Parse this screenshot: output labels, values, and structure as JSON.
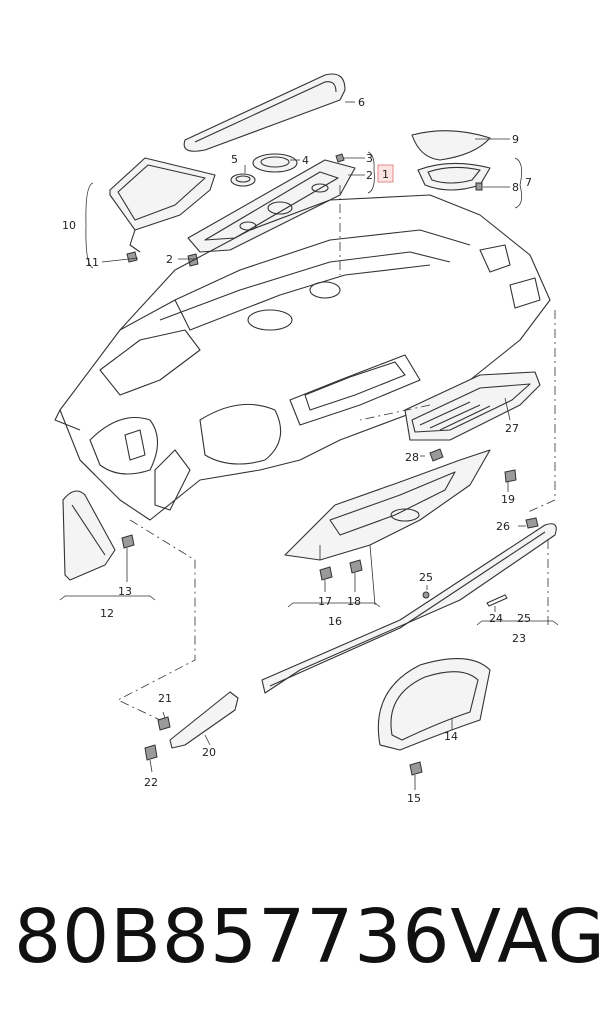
{
  "caption": {
    "part_number": "80B857736",
    "brand": "VAG"
  },
  "callouts": {
    "c1": "1",
    "c2a": "2",
    "c2b": "2",
    "c3": "3",
    "c4": "4",
    "c5": "5",
    "c6": "6",
    "c7": "7",
    "c8": "8",
    "c9": "9",
    "c10": "10",
    "c11": "11",
    "c12": "12",
    "c13": "13",
    "c14": "14",
    "c15": "15",
    "c16": "16",
    "c17": "17",
    "c18": "18",
    "c19": "19",
    "c20": "20",
    "c21": "21",
    "c22": "22",
    "c23": "23",
    "c24": "24",
    "c25a": "25",
    "c25b": "25",
    "c26": "26",
    "c27": "27",
    "c28": "28"
  },
  "colors": {
    "highlight_box": "#fde2e2",
    "highlight_border": "#e58b8b",
    "line": "#333333"
  }
}
